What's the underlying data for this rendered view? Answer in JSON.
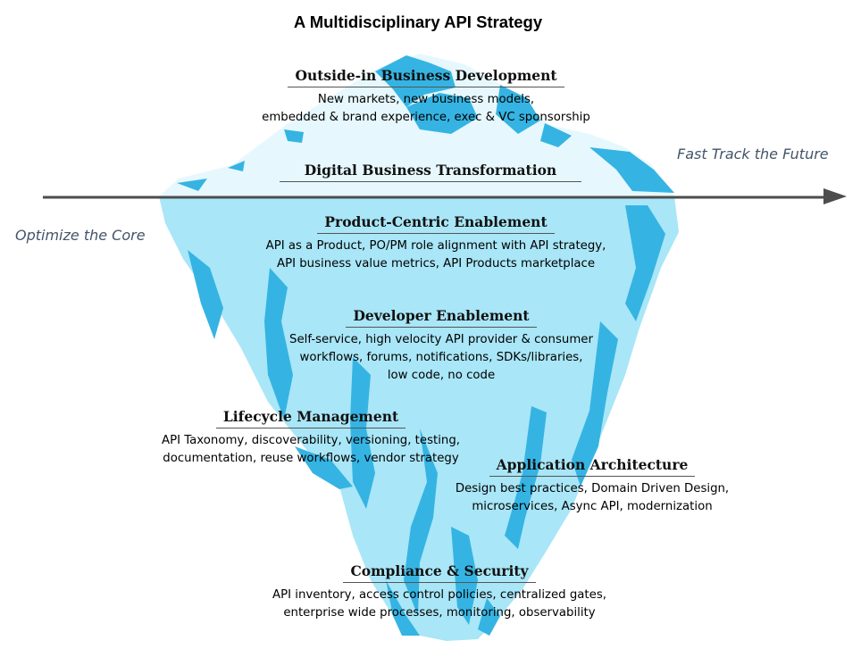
{
  "title": "A Multidisciplinary API Strategy",
  "axis": {
    "left_label": "Optimize the Core",
    "right_label": "Fast Track the Future"
  },
  "sections": {
    "outside_in": {
      "heading": "Outside-in Business Development",
      "lines": [
        "New markets, new business models,",
        "embedded & brand experience, exec & VC sponsorship"
      ]
    },
    "digital": {
      "heading": "Digital Business Transformation"
    },
    "product": {
      "heading": "Product-Centric Enablement",
      "lines": [
        "API as a Product, PO/PM role alignment with API strategy,",
        "API business value metrics, API Products marketplace"
      ]
    },
    "developer": {
      "heading": "Developer Enablement",
      "lines": [
        "Self-service, high velocity API provider & consumer",
        "workflows, forums, notifications, SDKs/libraries,",
        "low code, no code"
      ]
    },
    "lifecycle": {
      "heading": "Lifecycle Management",
      "lines": [
        "API Taxonomy, discoverability, versioning, testing,",
        "documentation, reuse  workflows, vendor strategy"
      ]
    },
    "architecture": {
      "heading": "Application Architecture",
      "lines": [
        "Design best practices, Domain Driven Design,",
        "microservices, Async API, modernization"
      ]
    },
    "compliance": {
      "heading": "Compliance & Security",
      "lines": [
        "API inventory, access control policies, centralized gates,",
        "enterprise wide processes, monitoring, observability"
      ]
    }
  },
  "colors": {
    "ice_top": "#e8f9fd",
    "ice_body": "#a8e6f7",
    "ice_shadow": "#33b5e5",
    "arrow": "#4d4d4d",
    "axis_text": "#44546a"
  }
}
